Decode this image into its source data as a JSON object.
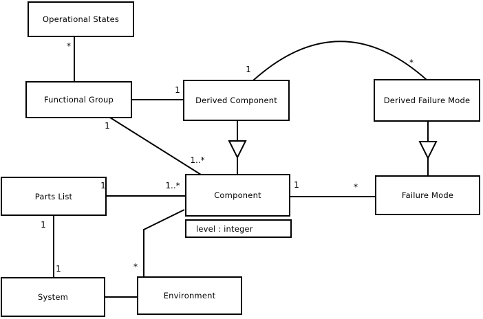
{
  "diagram": {
    "type": "uml-class-diagram",
    "colors": {
      "background": "#ffffff",
      "line": "#000000",
      "box_fill": "#ffffff",
      "text": "#000000"
    },
    "nodes": {
      "operational_states": {
        "label": "Operational States"
      },
      "functional_group": {
        "label": "Functional Group"
      },
      "derived_component": {
        "label": "Derived Component"
      },
      "derived_failure_mode": {
        "label": "Derived Failure Mode"
      },
      "parts_list": {
        "label": "Parts List"
      },
      "component": {
        "label": "Component",
        "attributes": [
          "level : integer"
        ]
      },
      "failure_mode": {
        "label": "Failure Mode"
      },
      "system": {
        "label": "System"
      },
      "environment": {
        "label": "Environment"
      }
    },
    "edges": [
      {
        "from": "Operational States",
        "to": "Functional Group",
        "type": "association",
        "source_label": "*"
      },
      {
        "from": "Functional Group",
        "to": "Derived Component",
        "type": "association",
        "target_label": "1"
      },
      {
        "from": "Functional Group",
        "to": "Component",
        "type": "association",
        "source_label": "1",
        "target_label": "1..*"
      },
      {
        "from": "Derived Component",
        "to": "Component",
        "type": "generalization"
      },
      {
        "from": "Derived Component",
        "to": "Derived Failure Mode",
        "type": "association",
        "source_label": "1",
        "target_label": "*"
      },
      {
        "from": "Derived Failure Mode",
        "to": "Failure Mode",
        "type": "generalization"
      },
      {
        "from": "Component",
        "to": "Failure Mode",
        "type": "association",
        "source_label": "1",
        "target_label": "*"
      },
      {
        "from": "Parts List",
        "to": "Component",
        "type": "association",
        "source_label": "1",
        "target_label": "1..*"
      },
      {
        "from": "Parts List",
        "to": "System",
        "type": "association",
        "source_label": "1",
        "target_label": "1"
      },
      {
        "from": "Component",
        "to": "Environment",
        "type": "association",
        "target_label": "*"
      },
      {
        "from": "System",
        "to": "Environment",
        "type": "association"
      }
    ]
  }
}
